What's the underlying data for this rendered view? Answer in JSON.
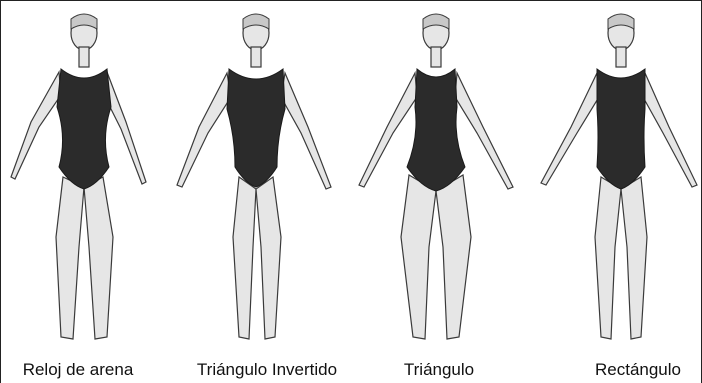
{
  "figures": [
    {
      "id": "hourglass",
      "label": "Reloj de arena"
    },
    {
      "id": "inverted-triangle",
      "label": "Triángulo Invertido"
    },
    {
      "id": "triangle",
      "label": "Triángulo"
    },
    {
      "id": "rectangle",
      "label": "Rectángulo"
    }
  ],
  "colors": {
    "skin": "#e6e6e6",
    "outline": "#3a3a3a",
    "swimsuit": "#2b2b2b",
    "hair": "#c8c8c8"
  }
}
